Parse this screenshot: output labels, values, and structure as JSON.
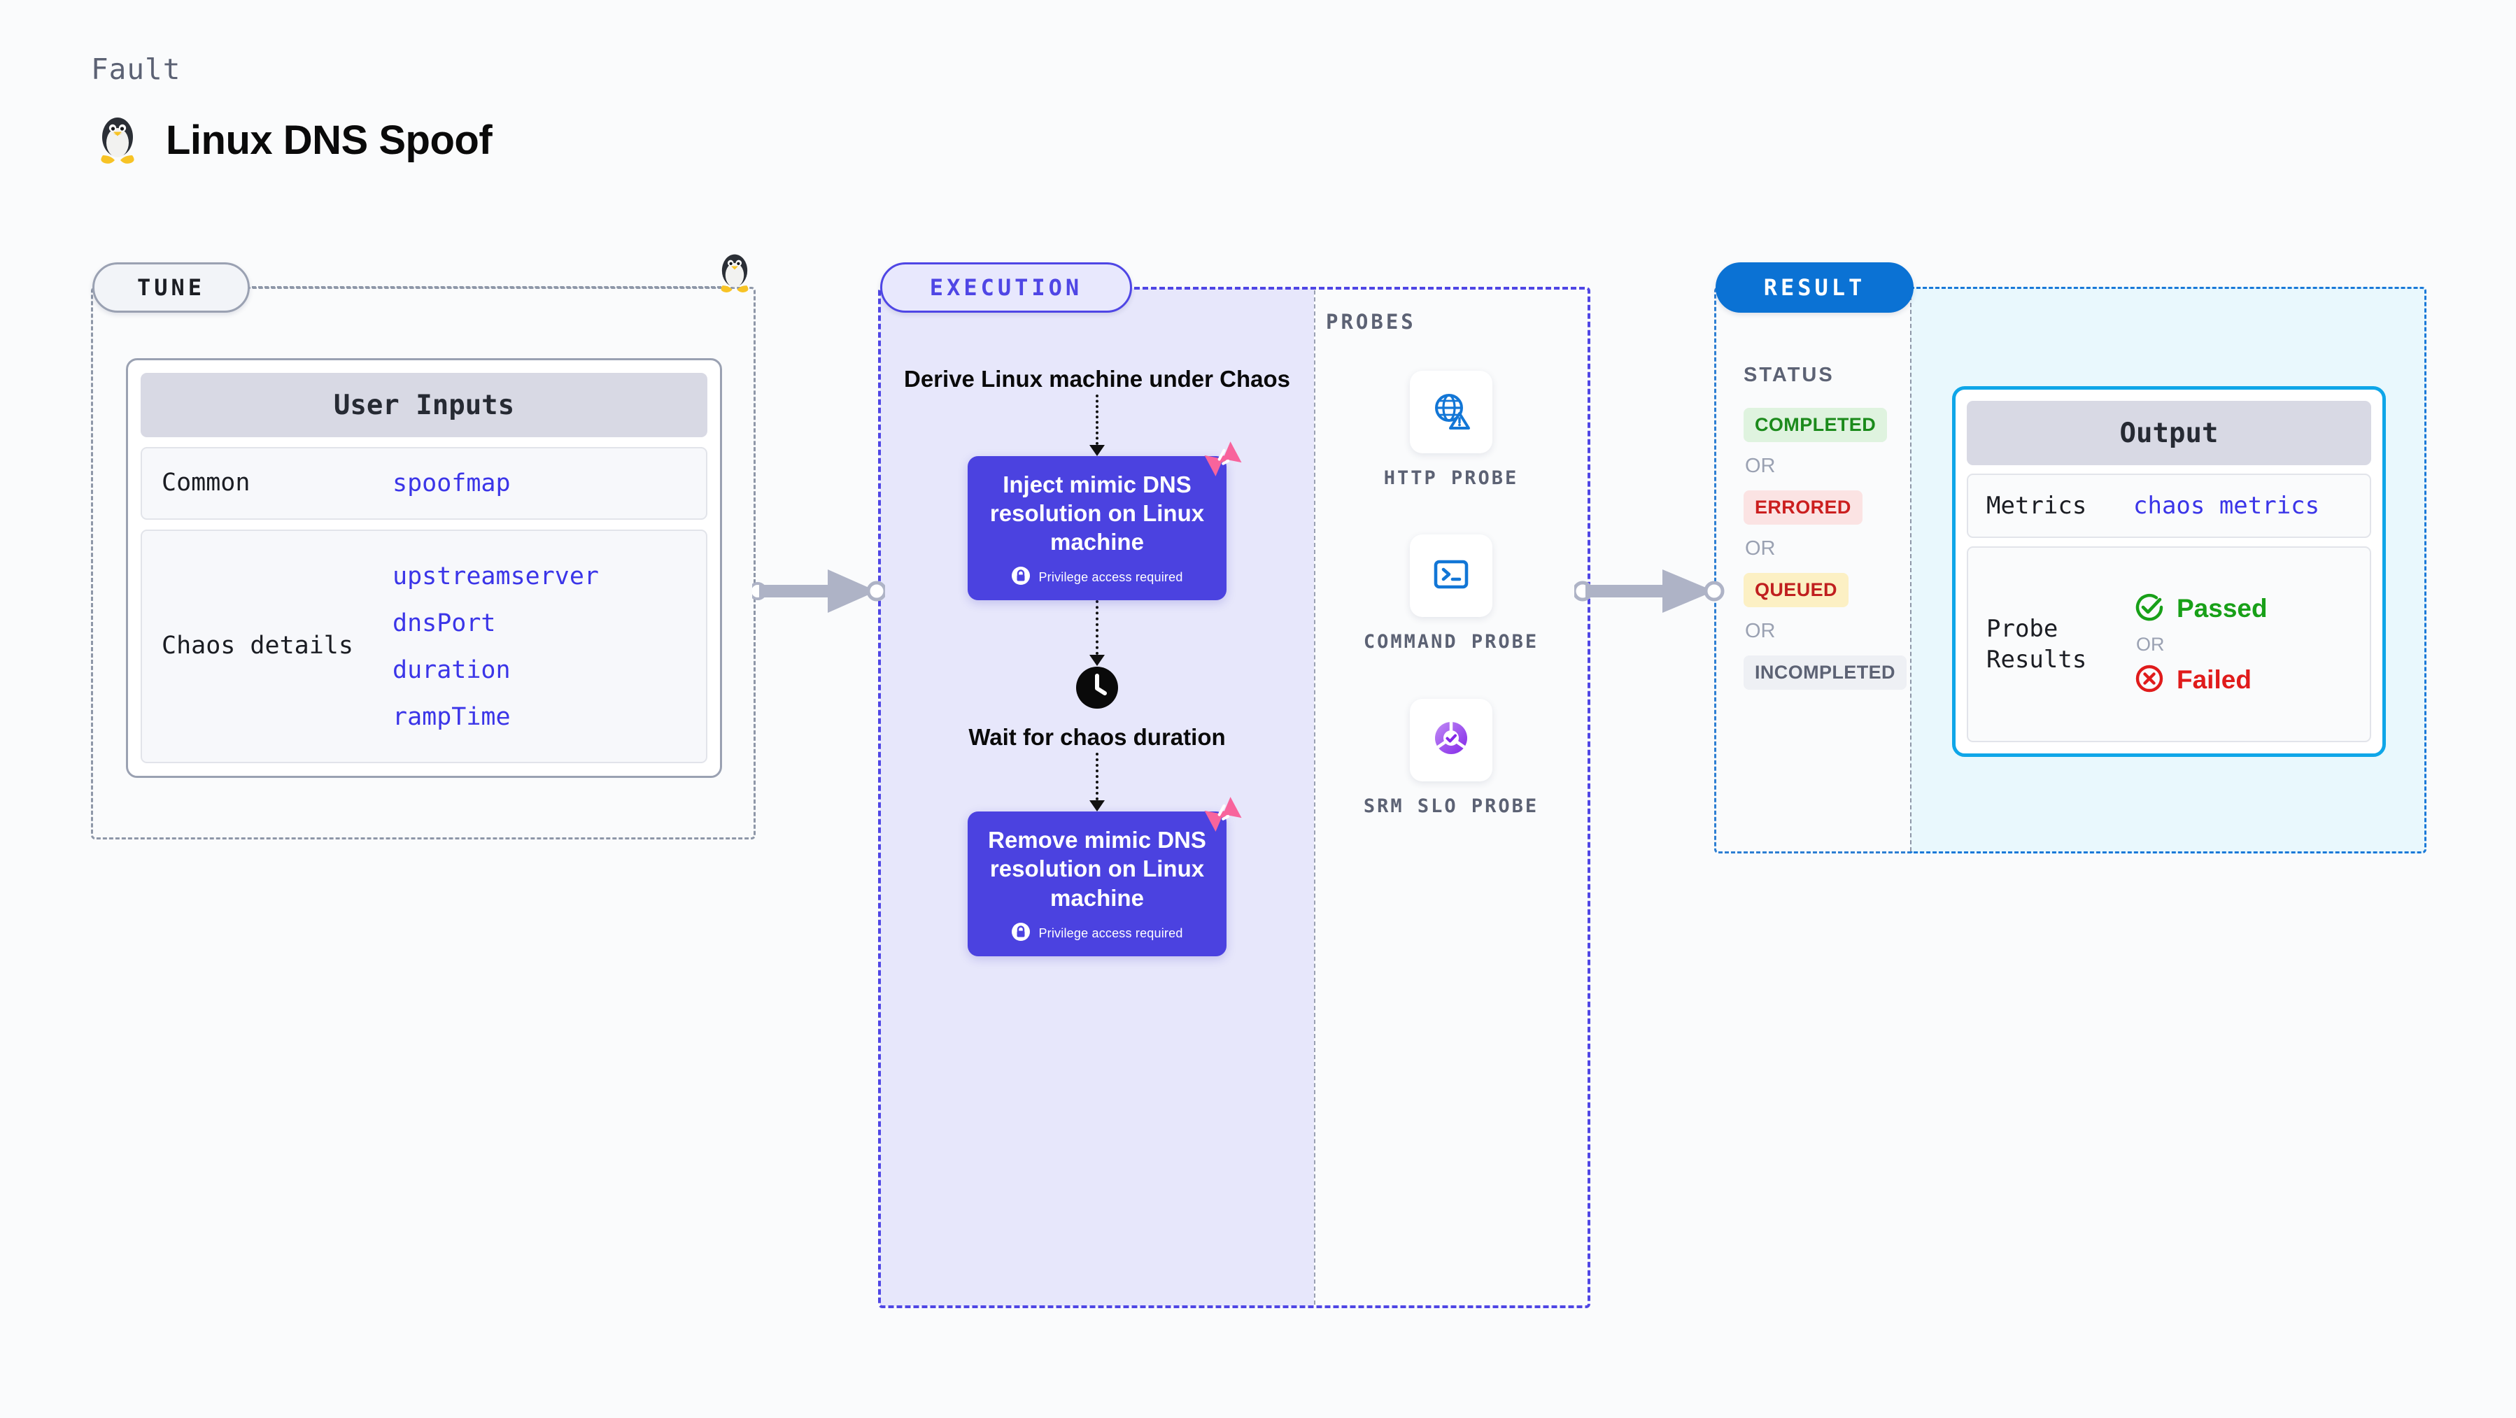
{
  "header": {
    "kicker": "Fault",
    "title": "Linux DNS Spoof",
    "icon": "linux-penguin-icon"
  },
  "tune": {
    "tab_label": "TUNE",
    "card_title": "User Inputs",
    "rows": [
      {
        "key": "Common",
        "values": [
          "spoofmap"
        ]
      },
      {
        "key": "Chaos details",
        "values": [
          "upstreamserver",
          "dnsPort",
          "duration",
          "rampTime"
        ]
      }
    ],
    "edge_icon": "linux-penguin-icon"
  },
  "execution": {
    "tab_label": "EXECUTION",
    "steps": {
      "derive": "Derive Linux machine under Chaos",
      "inject_title": "Inject mimic DNS resolution on Linux machine",
      "inject_badge": "Privilege access required",
      "wait": "Wait for chaos duration",
      "remove_title": "Remove mimic DNS resolution on Linux machine",
      "remove_badge": "Privilege access required"
    },
    "icons": {
      "clock": "clock-icon",
      "lock": "lock-icon",
      "ribbon": "ribbon-marker-icon"
    }
  },
  "probes": {
    "section_label": "PROBES",
    "items": [
      {
        "label": "HTTP PROBE",
        "icon": "globe-warning-icon"
      },
      {
        "label": "COMMAND PROBE",
        "icon": "terminal-icon"
      },
      {
        "label": "SRM SLO PROBE",
        "icon": "slo-gauge-check-icon"
      }
    ]
  },
  "result": {
    "tab_label": "RESULT",
    "status_heading": "STATUS",
    "or_label": "OR",
    "statuses": [
      {
        "label": "COMPLETED",
        "style": "b-completed"
      },
      {
        "label": "ERRORED",
        "style": "b-errored"
      },
      {
        "label": "QUEUED",
        "style": "b-queued"
      },
      {
        "label": "INCOMPLETED",
        "style": "b-incomplete"
      }
    ],
    "output": {
      "title": "Output",
      "metrics_key": "Metrics",
      "metrics_value": "chaos metrics",
      "probe_key": "Probe Results",
      "passed_label": "Passed",
      "failed_label": "Failed",
      "or_label": "OR",
      "icons": {
        "passed": "check-circle-icon",
        "failed": "x-circle-icon"
      }
    }
  },
  "colors": {
    "accent_purple": "#4f46e5",
    "card_purple": "#4b42e0",
    "result_blue": "#0b72d4",
    "output_cyan": "#0fa6e8",
    "value_blue": "#3b35e8",
    "muted": "#5c6274",
    "pass_green": "#18a018",
    "fail_red": "#e01b1b",
    "ribbon_pink": "#f8649c"
  }
}
